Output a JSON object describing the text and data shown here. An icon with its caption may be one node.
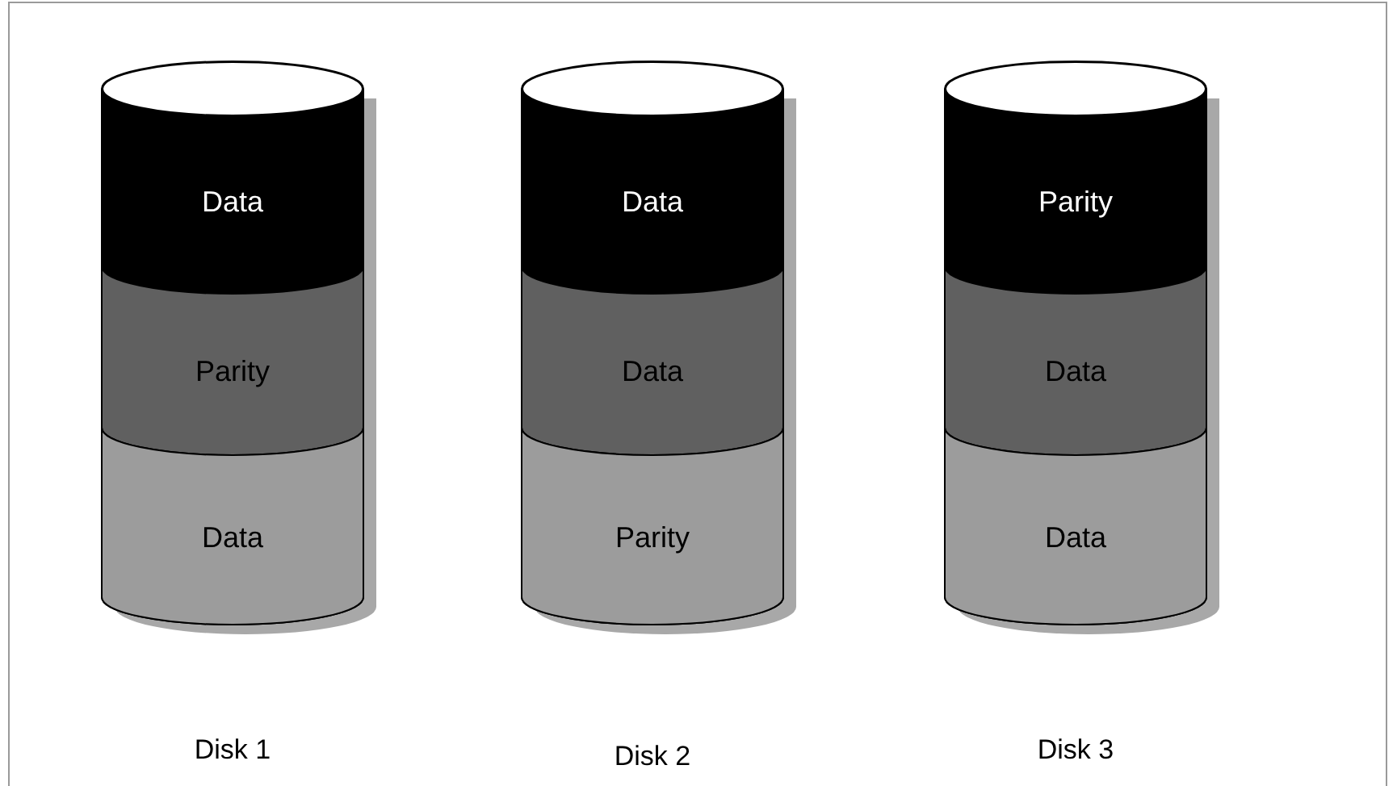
{
  "diagram": {
    "nodes": [
      {
        "text": [],
        "shape": "cylinder"
      },
      {
        "text": [],
        "shape": "ellipse",
        "in": 0
      },
      {
        "text": [
          "Data"
        ],
        "in": 0
      },
      {
        "text": [
          "Parity"
        ],
        "in": 0
      },
      {
        "text": [
          "Data"
        ],
        "in": 0
      },
      {
        "text": [],
        "shape": "cylinder"
      },
      {
        "text": [],
        "shape": "ellipse",
        "in": 5
      },
      {
        "text": [
          "Data"
        ],
        "in": 5
      },
      {
        "text": [
          "Data"
        ],
        "in": 5
      },
      {
        "text": [
          "Parity"
        ],
        "in": 5
      },
      {
        "text": [],
        "shape": "cylinder"
      },
      {
        "text": [],
        "shape": "ellipse",
        "in": 10
      },
      {
        "text": [
          "Parity"
        ],
        "in": 10
      },
      {
        "text": [
          "Data"
        ],
        "in": 10
      },
      {
        "text": [
          "Data"
        ],
        "in": 10
      }
    ],
    "labels": [
      "Disk 1",
      "Disk 2",
      "Disk 3"
    ]
  }
}
